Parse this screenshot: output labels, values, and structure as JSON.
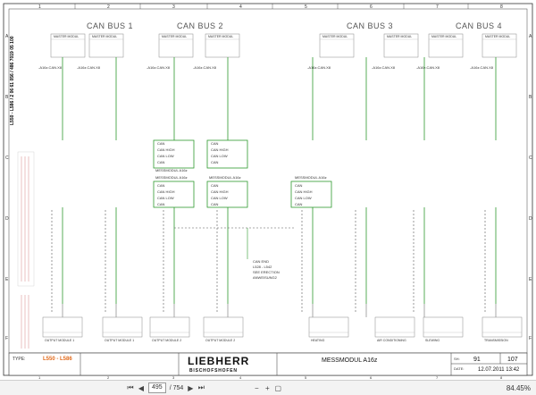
{
  "columns": [
    "1",
    "2",
    "3",
    "4",
    "5",
    "6",
    "7",
    "8"
  ],
  "rows": [
    "A",
    "B",
    "C",
    "D",
    "E",
    "F"
  ],
  "buses": [
    "CAN BUS 1",
    "CAN BUS 2",
    "CAN BUS 3",
    "CAN BUS 4"
  ],
  "top_modules": [
    "MASTER MODUL",
    "MASTER MODUL",
    "MASTER MODUL",
    "MASTER MODUL",
    "MASTER MODUL",
    "MASTER MODUL",
    "MASTER MODUL",
    "MASTER MODUL"
  ],
  "top_refs": [
    "-A16z.CAN.X8",
    "-A16z.CAN.X8",
    "-A16z.CAN.X8",
    "-A16z.CAN.X8",
    "-A16z.CAN.X8",
    "-A16z.CAN.X8",
    "-A16z.CAN.X8",
    "-A16z.CAN.X8"
  ],
  "messmodul_upper": {
    "left_title": "MESSMODUL A16z",
    "right_title": "MESSMODUL A16z",
    "rows": [
      "CAN",
      "CAN HIGH",
      "CAN LOW",
      "CAN"
    ]
  },
  "messmodul_lower": {
    "left_title": "MESSMODUL A16z",
    "right_title": "MESSMODUL A16z",
    "rows": [
      "CAN",
      "CAN HIGH",
      "CAN LOW",
      "CAN"
    ]
  },
  "messmodul_third": {
    "title": "MESSMODUL A16z",
    "rows": [
      "CAN",
      "CAN HIGH",
      "CAN LOW",
      "CAN"
    ]
  },
  "can_end_label": [
    "CAN END",
    "L528 - L542",
    "SEE ERECTION",
    "ANWEISUNG2"
  ],
  "bottom_modules": [
    "OUTPUT MODULE 1",
    "OUTPUT MODULE 1",
    "OUTPUT MODULE 2",
    "OUTPUT MODULE 2",
    "HEATING",
    "AIR CONDITIONING",
    "SLEWING",
    "TRANSMISSION"
  ],
  "left_doc_number": "L550 - L586 / 2 06 61 056 / 486 7019 05 100",
  "title_block": {
    "type_label": "TYPE:",
    "type_value": "L550 - L586",
    "brand": "LIEBHERR",
    "brand_sub": "BISCHOFSHOFEN",
    "description": "MESSMODUL A16z",
    "sheet_label": "SH:",
    "sheet": "91",
    "page": "107",
    "date_label": "DATE:",
    "date": "12.07.2011 13:42"
  },
  "viewer": {
    "page_current": "495",
    "page_total": "754",
    "zoom": "84.45%"
  }
}
